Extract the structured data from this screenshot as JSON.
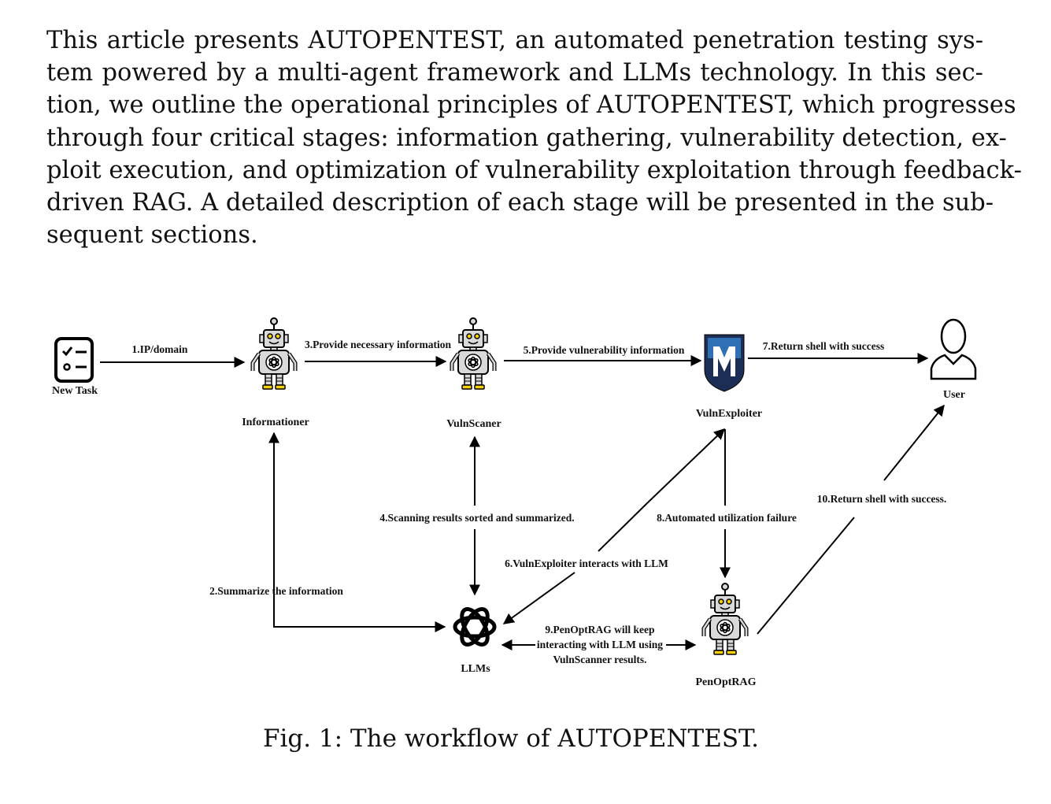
{
  "paragraph": {
    "lines": [
      "This article presents AUTOPENTEST, an automated penetration testing sys-",
      "tem powered by a multi-agent framework and LLMs technology. In this sec-",
      "tion, we outline the operational principles of AUTOPENTEST, which progresses",
      "through four critical stages: information gathering, vulnerability detection, ex-",
      "ploit execution, and optimization of vulnerability exploitation through feedback-",
      "driven RAG. A detailed description of each stage will be presented in the sub-",
      "sequent sections."
    ]
  },
  "figure": {
    "nodes": {
      "new_task": "New Task",
      "informationer": "Informationer",
      "vulnscaner": "VulnScaner",
      "vulnexploiter": "VulnExploiter",
      "user": "User",
      "llms": "LLMs",
      "penoptrag": "PenOptRAG"
    },
    "edges": {
      "e1": "1.IP/domain",
      "e2": "2.Summarize the information",
      "e3": "3.Provide necessary information",
      "e4": "4.Scanning results sorted and summarized.",
      "e5": "5.Provide vulnerability information",
      "e6": "6.VulnExploiter interacts with LLM",
      "e7": "7.Return shell with success",
      "e8": "8.Automated utilization failure",
      "e9_line1": "9.PenOptRAG will keep",
      "e9_line2": "interacting with LLM using",
      "e9_line3": "VulnScanner results.",
      "e10": "10.Return shell with success."
    }
  },
  "caption": "Fig. 1: The workflow of AUTOPENTEST.",
  "colors": {
    "robot_body": "#d9d9d9",
    "robot_eye": "#f5d10a",
    "shield_top": "#2f6fb3",
    "shield_bottom": "#1c2e55"
  }
}
